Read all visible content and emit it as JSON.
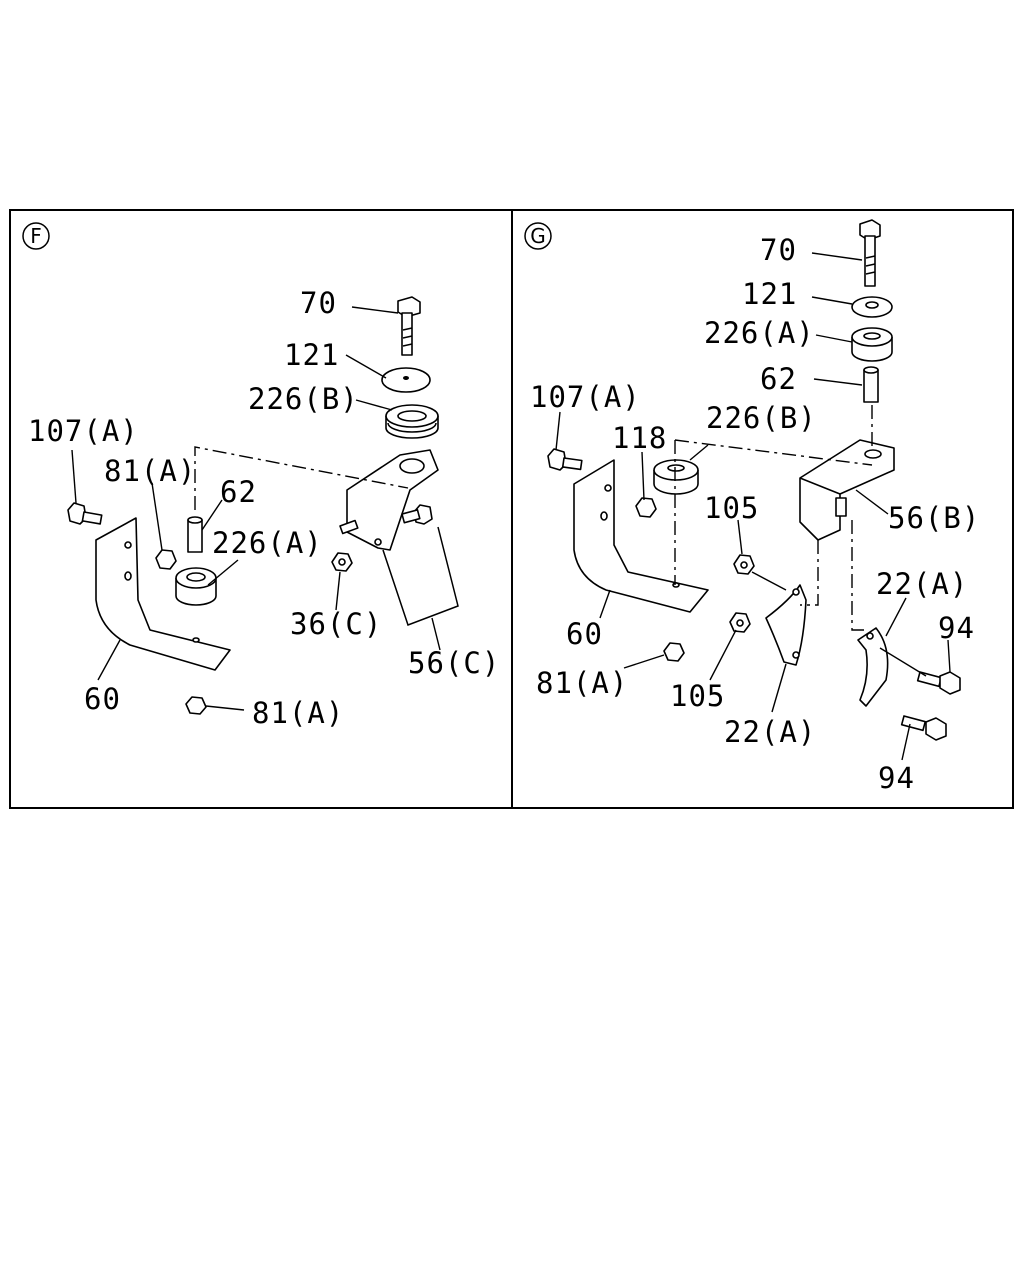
{
  "panels": [
    {
      "id": "F",
      "callouts": [
        "70",
        "121",
        "226(B)",
        "107(A)",
        "81(A)",
        "62",
        "226(A)",
        "36(C)",
        "56(C)",
        "60",
        "81(A)"
      ]
    },
    {
      "id": "G",
      "callouts": [
        "70",
        "121",
        "226(A)",
        "62",
        "107(A)",
        "226(B)",
        "118",
        "105",
        "56(B)",
        "22(A)",
        "94",
        "60",
        "81(A)",
        "105",
        "22(A)",
        "94"
      ]
    }
  ]
}
